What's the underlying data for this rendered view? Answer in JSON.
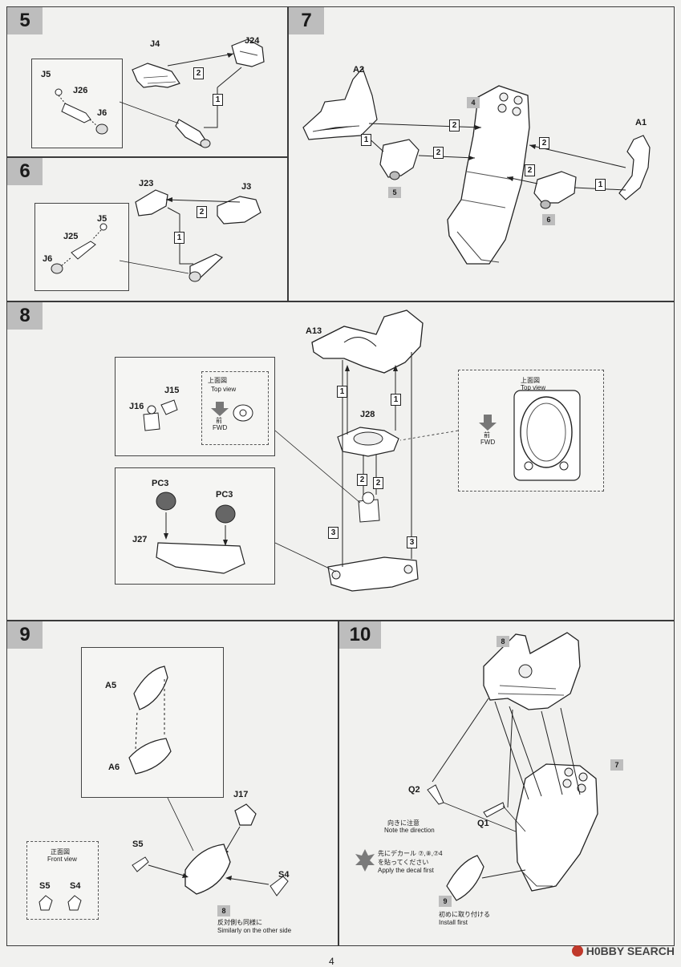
{
  "page_number": "4",
  "watermark": {
    "text": "H0BBY SEARCH",
    "icon": "hobby-search-logo-icon"
  },
  "steps": {
    "s5": {
      "number": "5",
      "parts": {
        "j4": "J4",
        "j24": "J24",
        "j5": "J5",
        "j26": "J26",
        "j6": "J6"
      },
      "orders": [
        "1",
        "2"
      ]
    },
    "s6": {
      "number": "6",
      "parts": {
        "j23": "J23",
        "j3": "J3",
        "j5": "J5",
        "j25": "J25",
        "j6": "J6"
      },
      "orders": [
        "1",
        "2"
      ]
    },
    "s7": {
      "number": "7",
      "parts": {
        "a2": "A2",
        "a1": "A1"
      },
      "refs": {
        "r4": "4",
        "r5": "5",
        "r6": "6"
      },
      "orders": [
        "1",
        "2",
        "2",
        "2",
        "2",
        "1"
      ]
    },
    "s8": {
      "number": "8",
      "parts": {
        "a13": "A13",
        "j15": "J15",
        "j16": "J16",
        "j28": "J28",
        "pc3a": "PC3",
        "pc3b": "PC3",
        "j27": "J27"
      },
      "top_view_jp": "上面図",
      "top_view_en": "Top view",
      "fwd_jp": "前",
      "fwd_en": "FWD",
      "orders": [
        "1",
        "1",
        "2",
        "2",
        "3",
        "3"
      ]
    },
    "s9": {
      "number": "9",
      "parts": {
        "a5": "A5",
        "a6": "A6",
        "j17": "J17",
        "s5": "S5",
        "s4": "S4"
      },
      "front_view_jp": "正面図",
      "front_view_en": "Front view",
      "front_s5": "S5",
      "front_s4": "S4",
      "ref8": "8",
      "note_jp": "反対側も同様に",
      "note_en": "Similarly on the other side"
    },
    "s10": {
      "number": "10",
      "refs": {
        "r8": "8",
        "r7": "7",
        "r9": "9"
      },
      "parts": {
        "q2": "Q2",
        "q1": "Q1"
      },
      "direction_jp": "向きに注意",
      "direction_en": "Note the direction",
      "decal_jp1": "先にデカール ⑦,⑧,⑦4",
      "decal_jp2": "を貼ってください",
      "decal_en": "Apply the decal first",
      "install_jp": "初めに取り付ける",
      "install_en": "Install first"
    }
  }
}
